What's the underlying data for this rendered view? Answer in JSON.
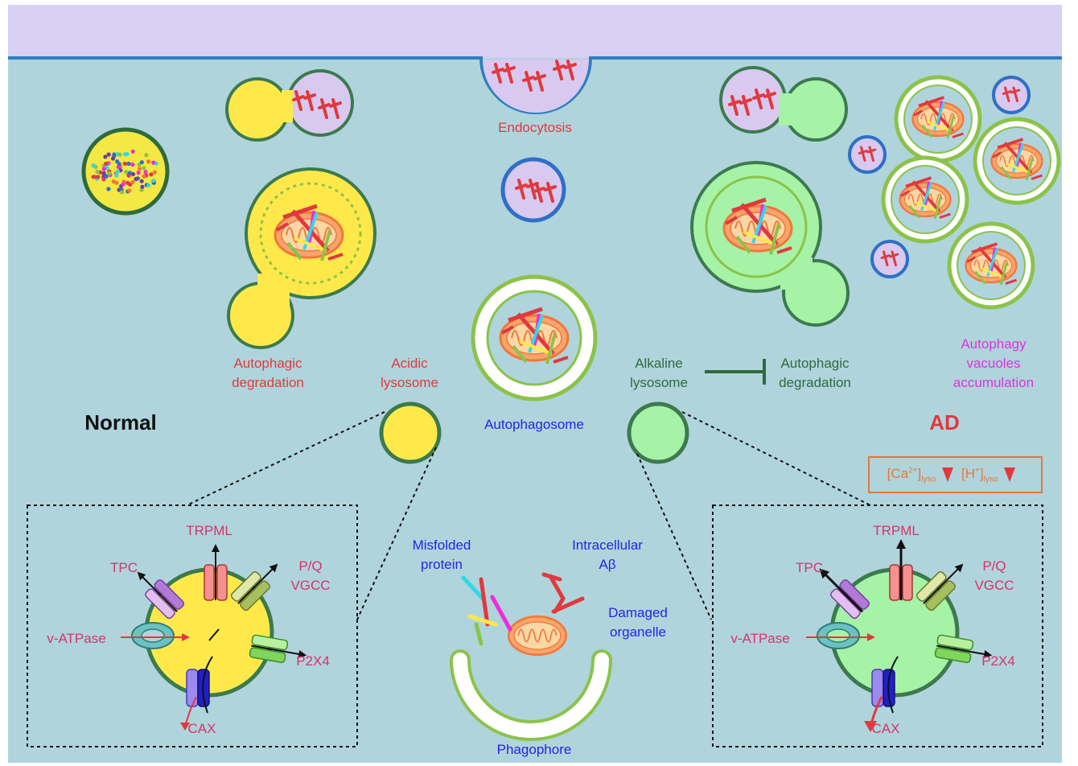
{
  "labels": {
    "endocytosis": "Endocytosis",
    "autophagic_degradation_left": [
      "Autophagic",
      "degradation"
    ],
    "acidic_lysosome": [
      "Acidic",
      "lysosome"
    ],
    "alkaline_lysosome": [
      "Alkaline",
      "lysosome"
    ],
    "autophagic_degradation_right": [
      "Autophagic",
      "degradation"
    ],
    "autophagy_vacuoles": [
      "Autophagy",
      "vacuoles",
      "accumulation"
    ],
    "autophagosome": "Autophagosome",
    "normal": "Normal",
    "ad": "AD",
    "misfolded_protein": [
      "Misfolded",
      "protein"
    ],
    "intracellular_abeta": [
      "Intracellular",
      "Aβ"
    ],
    "damaged_organelle": [
      "Damaged",
      "organelle"
    ],
    "phagophore": "Phagophore"
  },
  "channels": {
    "trpml": "TRPML",
    "tpc": "TPC",
    "pq_vgcc": [
      "P/Q",
      "VGCC"
    ],
    "v_atpase": "v-ATPase",
    "p2x4": "P2X4",
    "cax": "CAX"
  },
  "ion_box": {
    "ca": "[Ca",
    "ca_sup": "2+",
    "ca_close": "]",
    "sub": "lyso",
    "h": "[H",
    "h_sup": "+",
    "h_close": "]"
  },
  "colors": {
    "background": "#b0d4dc",
    "membrane_top": "#d9d0f5",
    "membrane_line": "#2f7dc1",
    "acidic_lysosome": "#ffe94a",
    "alkaline_lysosome": "#a6f2a6",
    "lysosome_border": "#3c7a4e",
    "vesicle": "#d9c9f0",
    "vesicle_border": "#2f6fc7",
    "abeta": "#e0393e"
  }
}
